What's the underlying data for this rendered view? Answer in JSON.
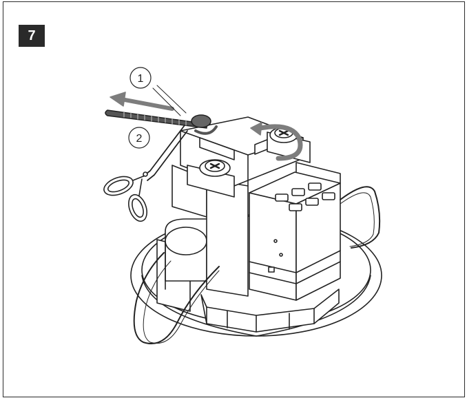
{
  "step": {
    "number": "7"
  },
  "callouts": [
    {
      "label": "1"
    },
    {
      "label": "2"
    }
  ],
  "colors": {
    "outline": "#222222",
    "arrow": "#7d7d7d",
    "badge": "#2a2a2a",
    "tie": "#555555"
  }
}
